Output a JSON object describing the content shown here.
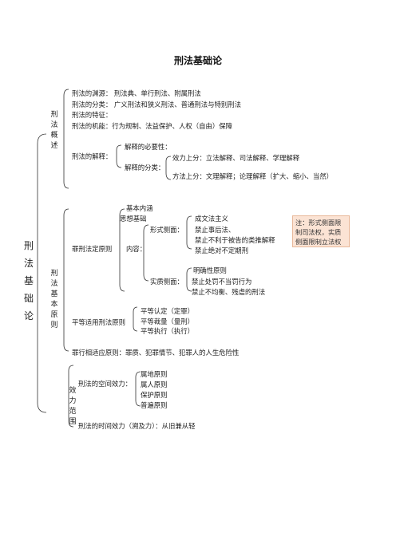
{
  "title": "刑法基础论",
  "root": "刑法基础论",
  "sections": {
    "overview": {
      "label": "刑法概述",
      "source": "刑法的渊源：  刑法典、单行刑法、附属刑法",
      "classification": "刑法的分类：  广义刑法和狭义刑法、普通刑法与特别刑法",
      "features": "刑法的特征：",
      "functions": "刑法的机能：行为规制、法益保护、人权（自由）保障",
      "interpretation": "刑法的解释：",
      "necessity": "解释的必要性：",
      "types": "解释的分类：",
      "by_force": "效力上分：立法解释、司法解释、学理解释",
      "by_method": "方法上分：文理解释；论理解释（扩大、缩小、当然）"
    },
    "principles": {
      "label": "刑法基本原则",
      "legality": "罪刑法定原则",
      "basic_meaning": "基本内涵",
      "ideology": "思想基础",
      "content": "内容：",
      "formal": "形式侧面：",
      "formal_items": [
        "成文法主义",
        "禁止事后法、",
        "禁止不利于被告的类推解释",
        "禁止绝对不定期刑"
      ],
      "substantive": "实质侧面：",
      "substantive_items": [
        "明确性原则",
        "禁止处罚不当罚行为",
        "禁止不均衡、残虐的刑法"
      ],
      "equality": "平等适用刑法原则",
      "equality_items": [
        "平等认定（定罪）",
        "平等裁量（量刑）",
        "平等执行（执行）"
      ],
      "proportion": "罪行相适应原则：罪质、犯罪情节、犯罪人的人生危险性"
    },
    "scope": {
      "label": "效力范围",
      "space": "刑法的空间效力：",
      "space_items": [
        "属地原则",
        "属人原则",
        "保护原则",
        "普遍原则"
      ],
      "time": "刑法的时间效力（溯及力）：从旧兼从轻"
    }
  },
  "note": "注：形式侧面限制司法权，实质侧面限制立法权"
}
